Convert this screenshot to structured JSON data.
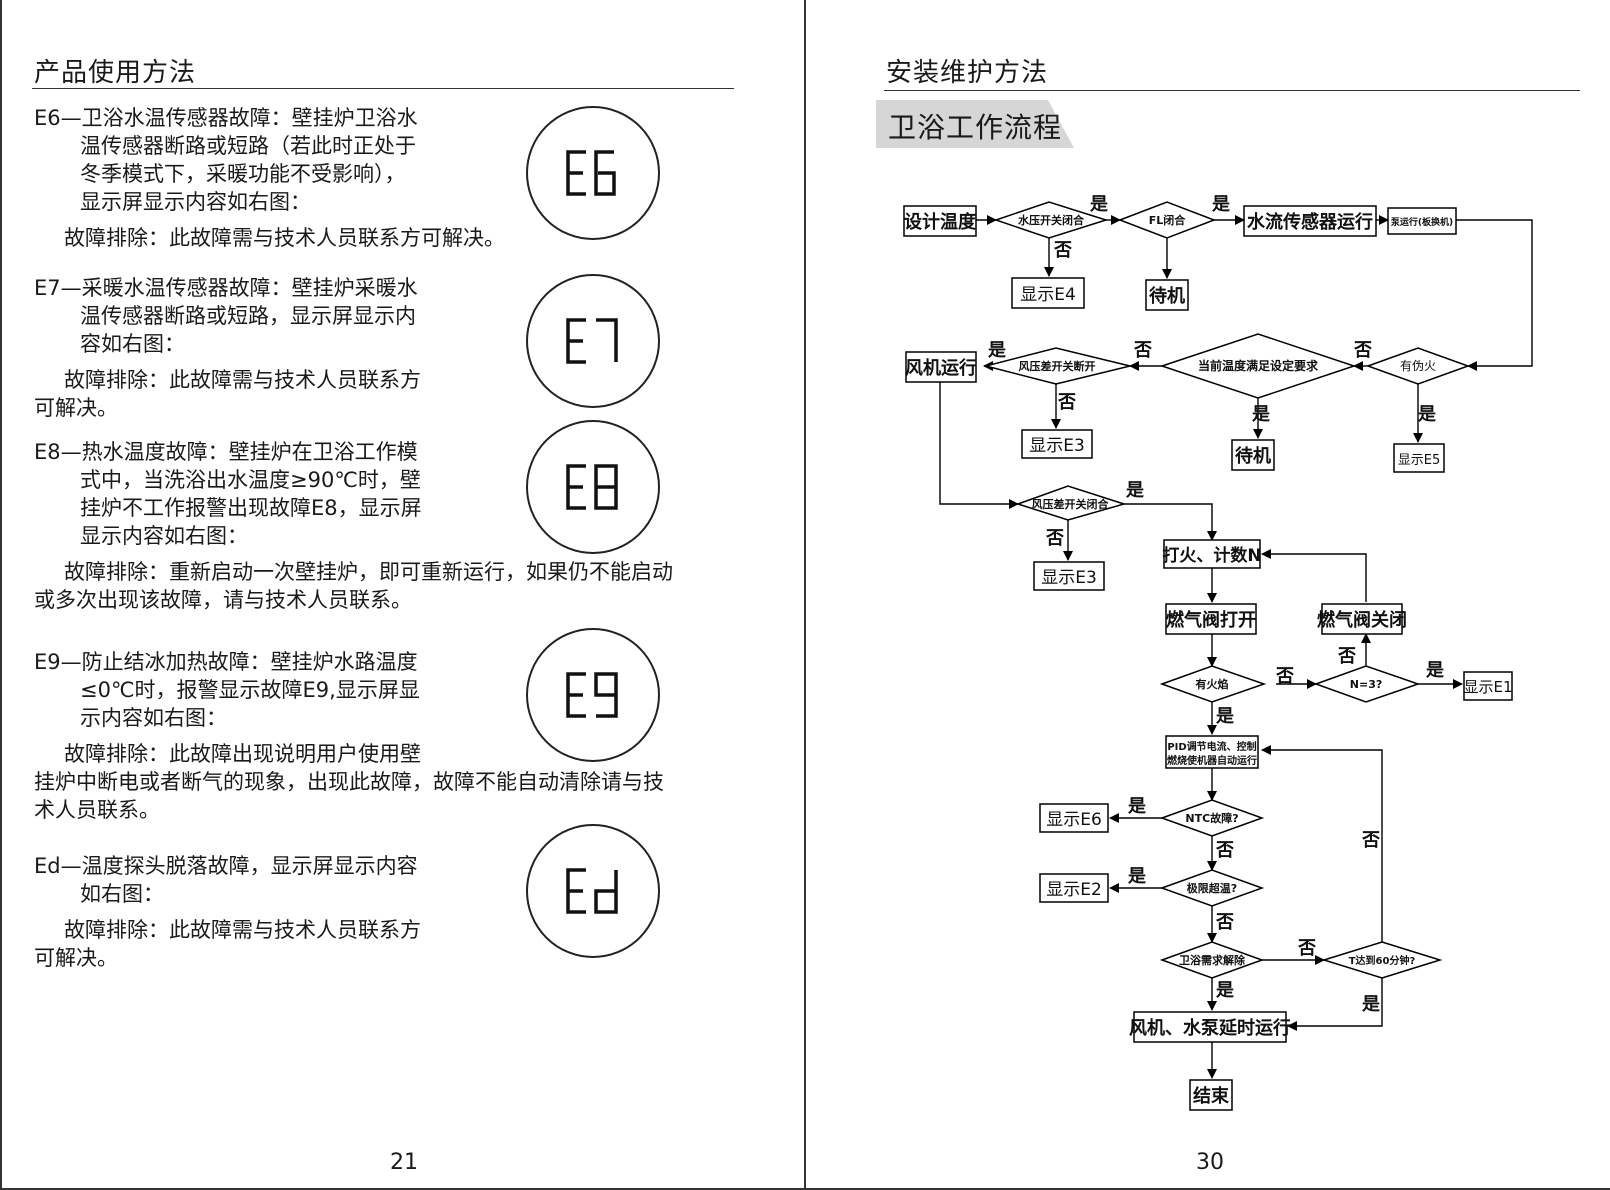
{
  "left_page": {
    "title": "产品使用方法",
    "page_number": "21",
    "entries": [
      {
        "code": "E6",
        "lines": [
          "E6—卫浴水温传感器故障：壁挂炉卫浴水",
          "温传感器断路或短路（若此时正处于",
          "冬季模式下，采暖功能不受影响），",
          "显示屏显示内容如右图："
        ],
        "fix": [
          "故障排除：此故障需与技术人员联系方可解决。"
        ]
      },
      {
        "code": "E7",
        "lines": [
          "E7—采暖水温传感器故障：壁挂炉采暖水",
          "温传感器断路或短路，显示屏显示内",
          "容如右图："
        ],
        "fix": [
          "故障排除：此故障需与技术人员联系方",
          "可解决。"
        ]
      },
      {
        "code": "E8",
        "lines": [
          "E8—热水温度故障：壁挂炉在卫浴工作模",
          "式中，当洗浴出水温度≥90℃时，壁",
          "挂炉不工作报警出现故障E8，显示屏",
          "显示内容如右图："
        ],
        "fix": [
          "故障排除：重新启动一次壁挂炉，即可重新运行，如果仍不能启动",
          "或多次出现该故障，请与技术人员联系。"
        ]
      },
      {
        "code": "E9",
        "lines": [
          "E9—防止结冰加热故障：壁挂炉水路温度",
          "≤0℃时，报警显示故障E9,显示屏显",
          "示内容如右图："
        ],
        "fix": [
          "故障排除：此故障出现说明用户使用壁",
          "挂炉中断电或者断气的现象，出现此故障，故障不能自动清除请与技",
          "术人员联系。"
        ]
      },
      {
        "code": "Ed",
        "lines": [
          "Ed—温度探头脱落故障，显示屏显示内容",
          "如右图："
        ],
        "fix": [
          "故障排除：此故障需与技术人员联系方",
          "可解决。"
        ]
      }
    ]
  },
  "right_page": {
    "title": "安装维护方法",
    "page_number": "30",
    "section": "卫浴工作流程"
  },
  "flowchart": {
    "nodes": {
      "set_temp": "设计温度",
      "water_pressure": "水压开关闭合",
      "fl_closed": "FL闭合",
      "flow_sensor": "水流传感器运行",
      "pump_run": "泵运行(板换机)",
      "show_e4": "显示E4",
      "standby1": "待机",
      "fan_run": "风机运行",
      "air_switch_open": "风压差开关断开",
      "current_temp": "当前温度满足设定要求",
      "false_flame": "有伪火",
      "show_e3a": "显示E3",
      "standby2": "待机",
      "show_e5": "显示E5",
      "air_switch_closed": "风压差开关闭合",
      "show_e3b": "显示E3",
      "ignite": "打火、计数N",
      "gas_open": "燃气阀打开",
      "gas_close": "燃气阀关闭",
      "has_flame": "有火焰",
      "n3": "N=3?",
      "show_e1": "显示E1",
      "pid_line1": "PID调节电流、控制",
      "pid_line2": "燃烧使机器自动运行",
      "ntc": "NTC故障?",
      "show_e6": "显示E6",
      "overtemp": "极限超温?",
      "show_e2": "显示E2",
      "demand_off": "卫浴需求解除",
      "t60": "T达到60分钟?",
      "delay_run": "风机、水泵延时运行",
      "end": "结束"
    },
    "yes": "是",
    "no": "否"
  },
  "displays": [
    "E6",
    "E7",
    "E8",
    "E9",
    "Ed"
  ]
}
